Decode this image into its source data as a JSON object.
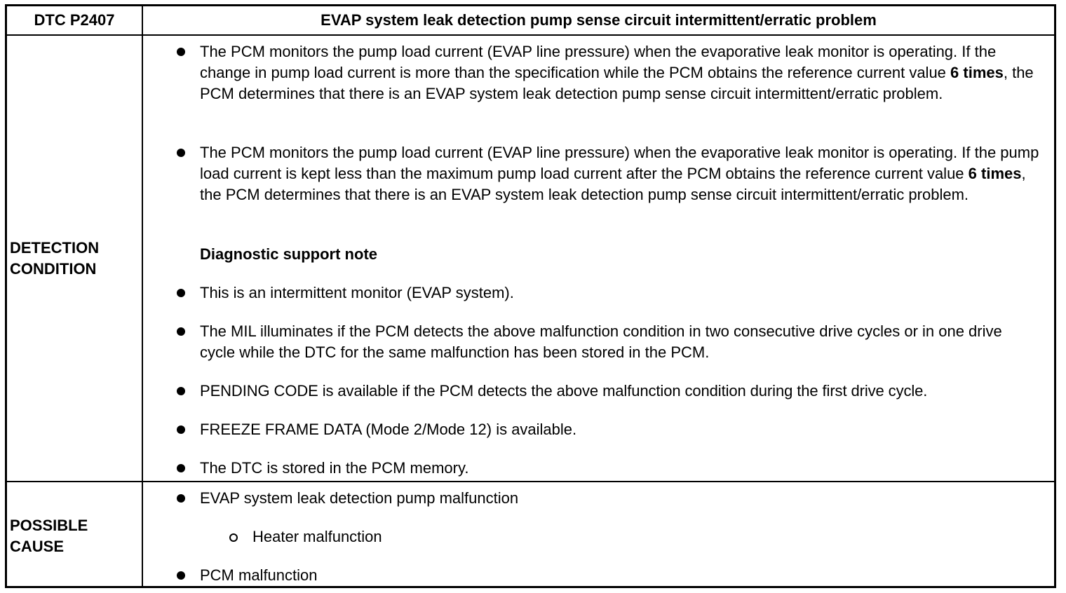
{
  "header": {
    "code": "DTC P2407",
    "title": "EVAP system leak detection pump sense circuit intermittent/erratic problem"
  },
  "detection": {
    "label_line1": "DETECTION",
    "label_line2": "CONDITION",
    "item1": {
      "before": "The PCM monitors the pump load current (EVAP line pressure) when the evaporative leak monitor is operating. If the change in pump load current is more than the specification while the PCM obtains the reference current value ",
      "bold": "6 times",
      "after": ", the PCM determines that there is an EVAP system leak detection pump sense circuit intermittent/erratic problem."
    },
    "item2": {
      "before": "The PCM monitors the pump load current (EVAP line pressure) when the evaporative leak monitor is operating. If the pump load current is kept less than the maximum pump load current after the PCM obtains the reference current value ",
      "bold": "6 times",
      "after": ", the PCM determines that there is an EVAP system leak detection pump sense circuit intermittent/erratic problem."
    },
    "note_heading": "Diagnostic support note",
    "notes": [
      "This is an intermittent monitor (EVAP system).",
      "The MIL illuminates if the PCM detects the above malfunction condition in two consecutive drive cycles or in one drive cycle while the DTC for the same malfunction has been stored in the PCM.",
      "PENDING CODE is available if the PCM detects the above malfunction condition during the first drive cycle.",
      "FREEZE FRAME DATA (Mode 2/Mode 12) is available.",
      "The DTC is stored in the PCM memory."
    ]
  },
  "cause": {
    "label_line1": "POSSIBLE",
    "label_line2": "CAUSE",
    "item1": "EVAP system leak detection pump malfunction",
    "sub_item1": "Heater malfunction",
    "item2": "PCM malfunction"
  }
}
